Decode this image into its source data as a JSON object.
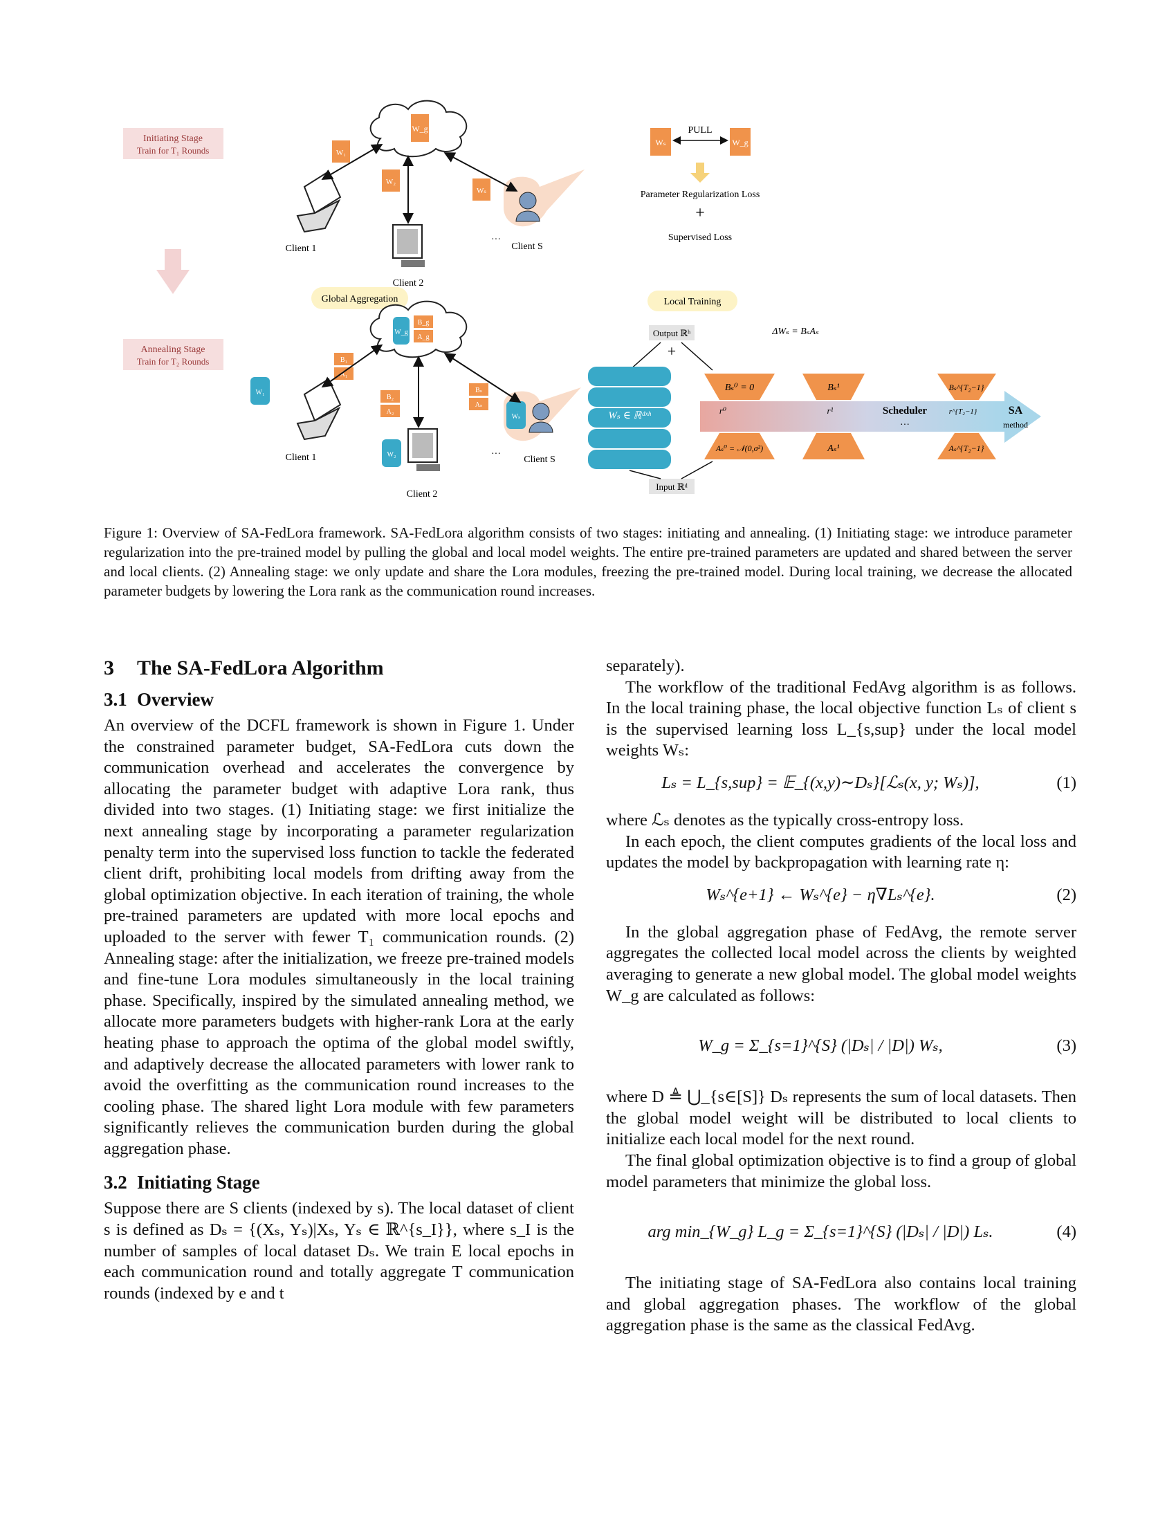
{
  "figure": {
    "initiating_stage": "Initiating Stage",
    "initiating_rounds": "Train  for T₁ Rounds",
    "annealing_stage": "Annealing Stage",
    "annealing_rounds": "Train  for T₂ Rounds",
    "global_aggregation": "Global Aggregation",
    "local_training": "Local Training",
    "client1": "Client 1",
    "client2": "Client 2",
    "clientS": "Client S",
    "ellipsis": "···",
    "pull": "PULL",
    "reg_loss": "Parameter Regularization Loss",
    "plus": "+",
    "sup_loss": "Supervised Loss",
    "output": "Output ℝʰ",
    "input": "Input  ℝᵈ",
    "delta_w": "ΔWₛ = BₛAₛ",
    "ws_space": "Wₛ ∈ ℝᵈˣʰ",
    "scheduler": "Scheduler",
    "sa": "SA",
    "method": "method",
    "wg": "W_g",
    "w1": "W₁",
    "w2": "W₂",
    "ws": "Wₛ",
    "bg": "B_g",
    "ag": "A_g",
    "b1": "B₁",
    "a1": "A₁",
    "b2": "B₂",
    "a2": "A₂",
    "bs": "Bₛ",
    "as": "Aₛ",
    "b0": "Bₛ⁰ = 0",
    "a0": "Aₛ⁰ = 𝒩(0,σ²)",
    "r0": "r⁰",
    "b1s": "Bₛ¹",
    "a1s": "Aₛ¹",
    "r1": "r¹",
    "bT": "Bₛ^{T₂−1}",
    "aT": "Aₛ^{T₂−1}",
    "rT": "r^{T₂−1}"
  },
  "caption": "Figure 1:  Overview of SA-FedLora framework.  SA-FedLora algorithm consists of two stages:  initiating and annealing.  (1) Initiating stage:  we introduce parameter regularization into the pre-trained model by pulling the global and local model weights.  The entire pre-trained parameters are updated and shared between the server and local clients.  (2) Annealing stage:  we only update and share the Lora modules, freezing the pre-trained model. During local training, we decrease the allocated parameter budgets by lowering the Lora rank as the communication round increases.",
  "section": {
    "number": "3",
    "title": "The SA-FedLora Algorithm"
  },
  "sub1": {
    "number": "3.1",
    "title": "Overview"
  },
  "sub2": {
    "number": "3.2",
    "title": "Initiating Stage"
  },
  "left": {
    "p1": "An overview of the DCFL framework is shown in Figure 1. Under the constrained parameter budget, SA-FedLora cuts down the communication overhead and accelerates the convergence by allocating the parameter budget with adaptive Lora rank, thus divided into two stages. (1) Initiating stage: we first initialize the next annealing stage by incorporating a parameter regularization penalty term into the supervised loss function to tackle the federated client drift, prohibiting local models from drifting away from the global optimization objective. In each iteration of training, the whole pre-trained parameters are updated with more local epochs and uploaded to the server with fewer T₁ communication rounds. (2) Annealing stage: after the initialization, we freeze pre-trained models and fine-tune Lora modules simultaneously in the local training phase. Specifically, inspired by the simulated annealing method, we allocate more parameters budgets with higher-rank Lora at the early heating phase to approach the optima of the global model swiftly, and adaptively decrease the allocated parameters with lower rank to avoid the overfitting as the communication round increases to the cooling phase. The shared light Lora module with few parameters significantly relieves the communication burden during the global aggregation phase.",
    "p2": "Suppose there are S clients (indexed by s). The local dataset of client s is defined as Dₛ = {(Xₛ, Yₛ)|Xₛ, Yₛ ∈ ℝ^{s_I}}, where s_I is the number of samples of local dataset Dₛ. We train E local epochs in each communication round and totally aggregate T communication rounds (indexed by e and t"
  },
  "right": {
    "p0": "separately).",
    "p1": "The workflow of the traditional FedAvg algorithm is as follows. In the local training phase, the local objective function Lₛ of client s is the supervised learning loss L_{s,sup} under the local model weights Wₛ:",
    "eq1": "Lₛ = L_{s,sup} = 𝔼_{(x,y)∼Dₛ}[ℒₛ(x, y; Wₛ)],",
    "eq1_no": "(1)",
    "p2": "where ℒₛ denotes as the typically cross-entropy loss.",
    "p3": "In each epoch, the client computes gradients of the local loss and updates the model by backpropagation with learning rate η:",
    "eq2": "Wₛ^{e+1} ← Wₛ^{e} − η∇Lₛ^{e}.",
    "eq2_no": "(2)",
    "p4": "In the global aggregation phase of FedAvg, the remote server aggregates the collected local model across the clients by weighted averaging to generate a new global model. The global model weights W_g are calculated as follows:",
    "eq3": "W_g = Σ_{s=1}^{S} (|Dₛ| / |D|) Wₛ,",
    "eq3_no": "(3)",
    "p5": "where D ≜ ⋃_{s∈[S]} Dₛ represents the sum of local datasets. Then the global model weight will be distributed to local clients to initialize each local model for the next round.",
    "p6": "The final global optimization objective is to find a group of global model parameters that minimize the global loss.",
    "eq4": "arg min_{W_g} L_g = Σ_{s=1}^{S} (|Dₛ| / |D|) Lₛ.",
    "eq4_no": "(4)",
    "p7": "The initiating stage of SA-FedLora also contains local training and global aggregation phases. The workflow of the global aggregation phase is the same as the classical FedAvg."
  }
}
